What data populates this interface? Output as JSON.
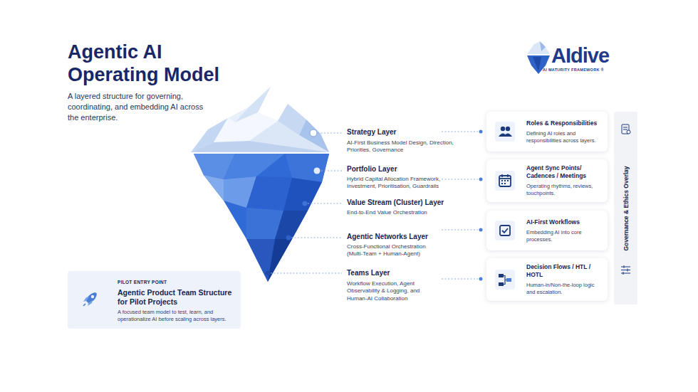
{
  "diagram": {
    "title": "Agentic AI Operating Model",
    "nodes": [
      {
        "text": [
          "Roles & Responsibilities",
          "Defining AI roles and responsibilities across layers."
        ]
      },
      {
        "text": [
          "Agent Sync Points/ Cadences / Meetings",
          "Operating rhythms, reviews, touchpoints."
        ]
      },
      {
        "text": [
          "AI-First Workflows",
          "Embedding AI into core processes."
        ]
      },
      {
        "text": [
          "Decision Flows / HTL / HOTL",
          "Human-in/Non-the-loop logic and escalation."
        ]
      },
      {
        "text": [
          "Governance & Ethics Overlay"
        ]
      },
      {
        "text": [
          "PILOT ENTRY POINT",
          "Agentic Product Team Structure for Pilot Projects",
          "A focused team model to test, learn, and operationalize AI before scaling across layers."
        ]
      }
    ],
    "labels": [
      "A layered structure for governing, coordinating, and embedding AI across the enterprise.",
      "AIdive",
      "AI MATURITY FRAMEWORK ®",
      "Strategy Layer",
      "AI-First Business Model Design, Direction, Priorities, Governance",
      "Portfolio Layer",
      "Hybrid Capital Allocation Framework, Investment, Prioritisation, Guardrails",
      "Value Stream (Cluster) Layer",
      "End-to-End Value Orchestration",
      "Agentic Networks Layer",
      "Cross-Functional Orchestration (Multi-Team + Human-Agent)",
      "Teams Layer",
      "Workflow Execution, Agent Observability & Logging, and Human-AI Collaboration"
    ]
  }
}
